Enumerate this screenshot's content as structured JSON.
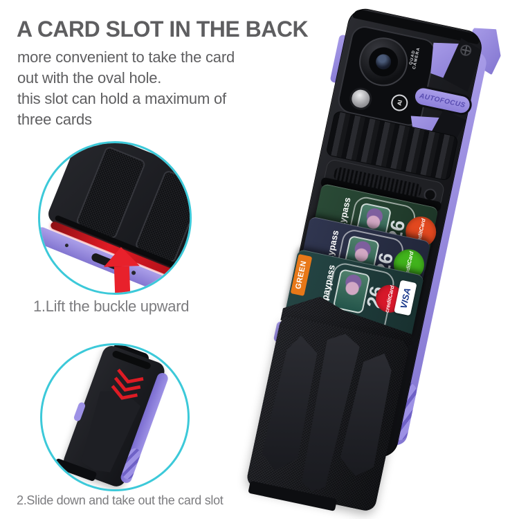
{
  "header": {
    "title": "A CARD SLOT IN THE BACK",
    "description_lines": [
      "more convenient to take the card",
      "out with the oval hole.",
      "this slot can hold a maximum of",
      "three cards"
    ]
  },
  "steps": [
    {
      "label": "1.Lift the buckle upward"
    },
    {
      "label": "2.Slide down and take out the card slot"
    }
  ],
  "phone": {
    "autofocus_label": "AUTOFOCUS",
    "camera_label": "QUAD CAMERA",
    "ai_label": "AI",
    "cards": [
      {
        "pass_label": "paypass",
        "number": "26",
        "logo_label": "creditCard",
        "logo_color": "#e2481f",
        "bg": "#223d2c"
      },
      {
        "pass_label": "paypass",
        "number": "26",
        "logo_label": "creditCard",
        "logo_color": "#41b31c",
        "bg": "#272c41"
      },
      {
        "pass_label": "paypass",
        "number": "26",
        "logo_label": "creditCard",
        "logo_color": "#d7182a",
        "bg": "#1f3a3a",
        "tag_label": "GREEN",
        "visa_label": "VISA"
      }
    ]
  },
  "icons": {
    "up_arrow": "red-up-arrow",
    "slide_chevrons": "red-triple-chevron-down"
  },
  "colors": {
    "accent_purple": "#9186de",
    "ring_cyan": "#3cc9d9",
    "highlight_red": "#e8212b",
    "title_gray": "#5e5e60",
    "step_label_gray": "#7c7c7f",
    "case_black": "#17181c"
  }
}
